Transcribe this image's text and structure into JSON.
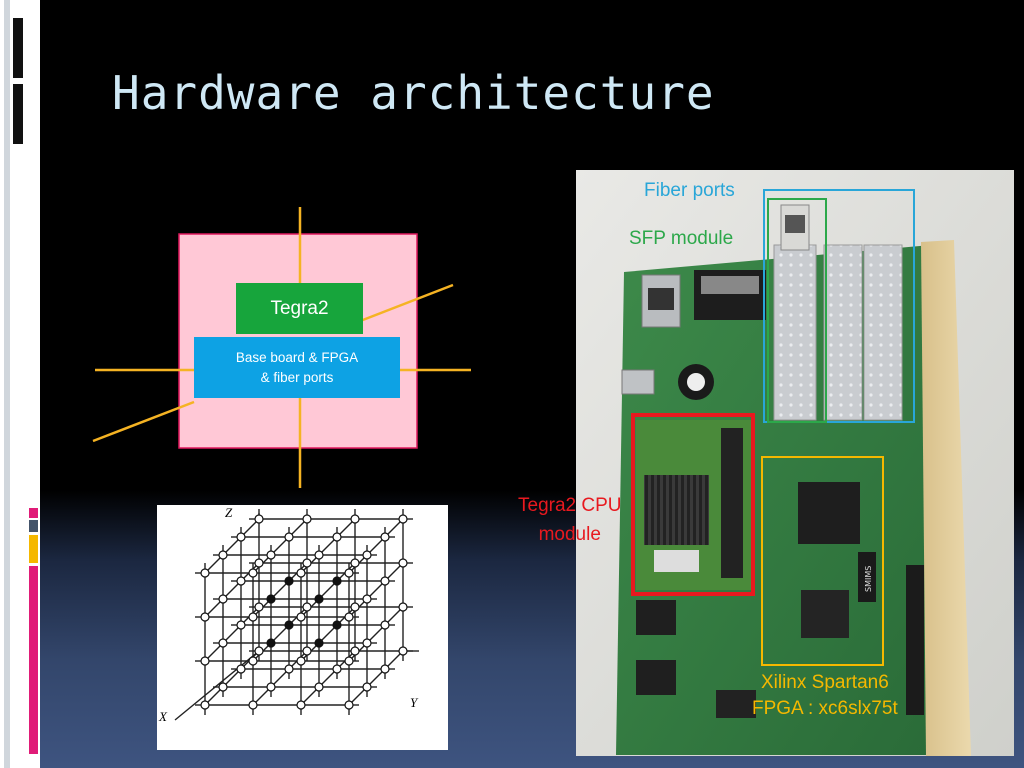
{
  "slide": {
    "title": "Hardware architecture"
  },
  "node_diagram": {
    "cpu_label": "Tegra2",
    "base_line1": "Base board & FPGA",
    "base_line2": "& fiber ports",
    "colors": {
      "node_fill": "#ffc8d6",
      "cpu": "#17a53c",
      "base": "#0da2e4",
      "link": "#f5b323"
    }
  },
  "mesh": {
    "axis_z": "Z",
    "axis_x": "X",
    "axis_y": "Y"
  },
  "photo": {
    "annotations": {
      "fiber_ports": "Fiber ports",
      "sfp_module": "SFP module",
      "tegra_cpu_line1": "Tegra2 CPU",
      "tegra_cpu_line2": "module",
      "fpga_line1": "Xilinx Spartan6",
      "fpga_line2": "FPGA : xc6slx75t"
    },
    "chip_label": "SMIMS",
    "colors": {
      "fiber": "#29a6d8",
      "sfp": "#2ca84a",
      "cpu": "#e8191f",
      "fpga": "#f5b800"
    }
  }
}
